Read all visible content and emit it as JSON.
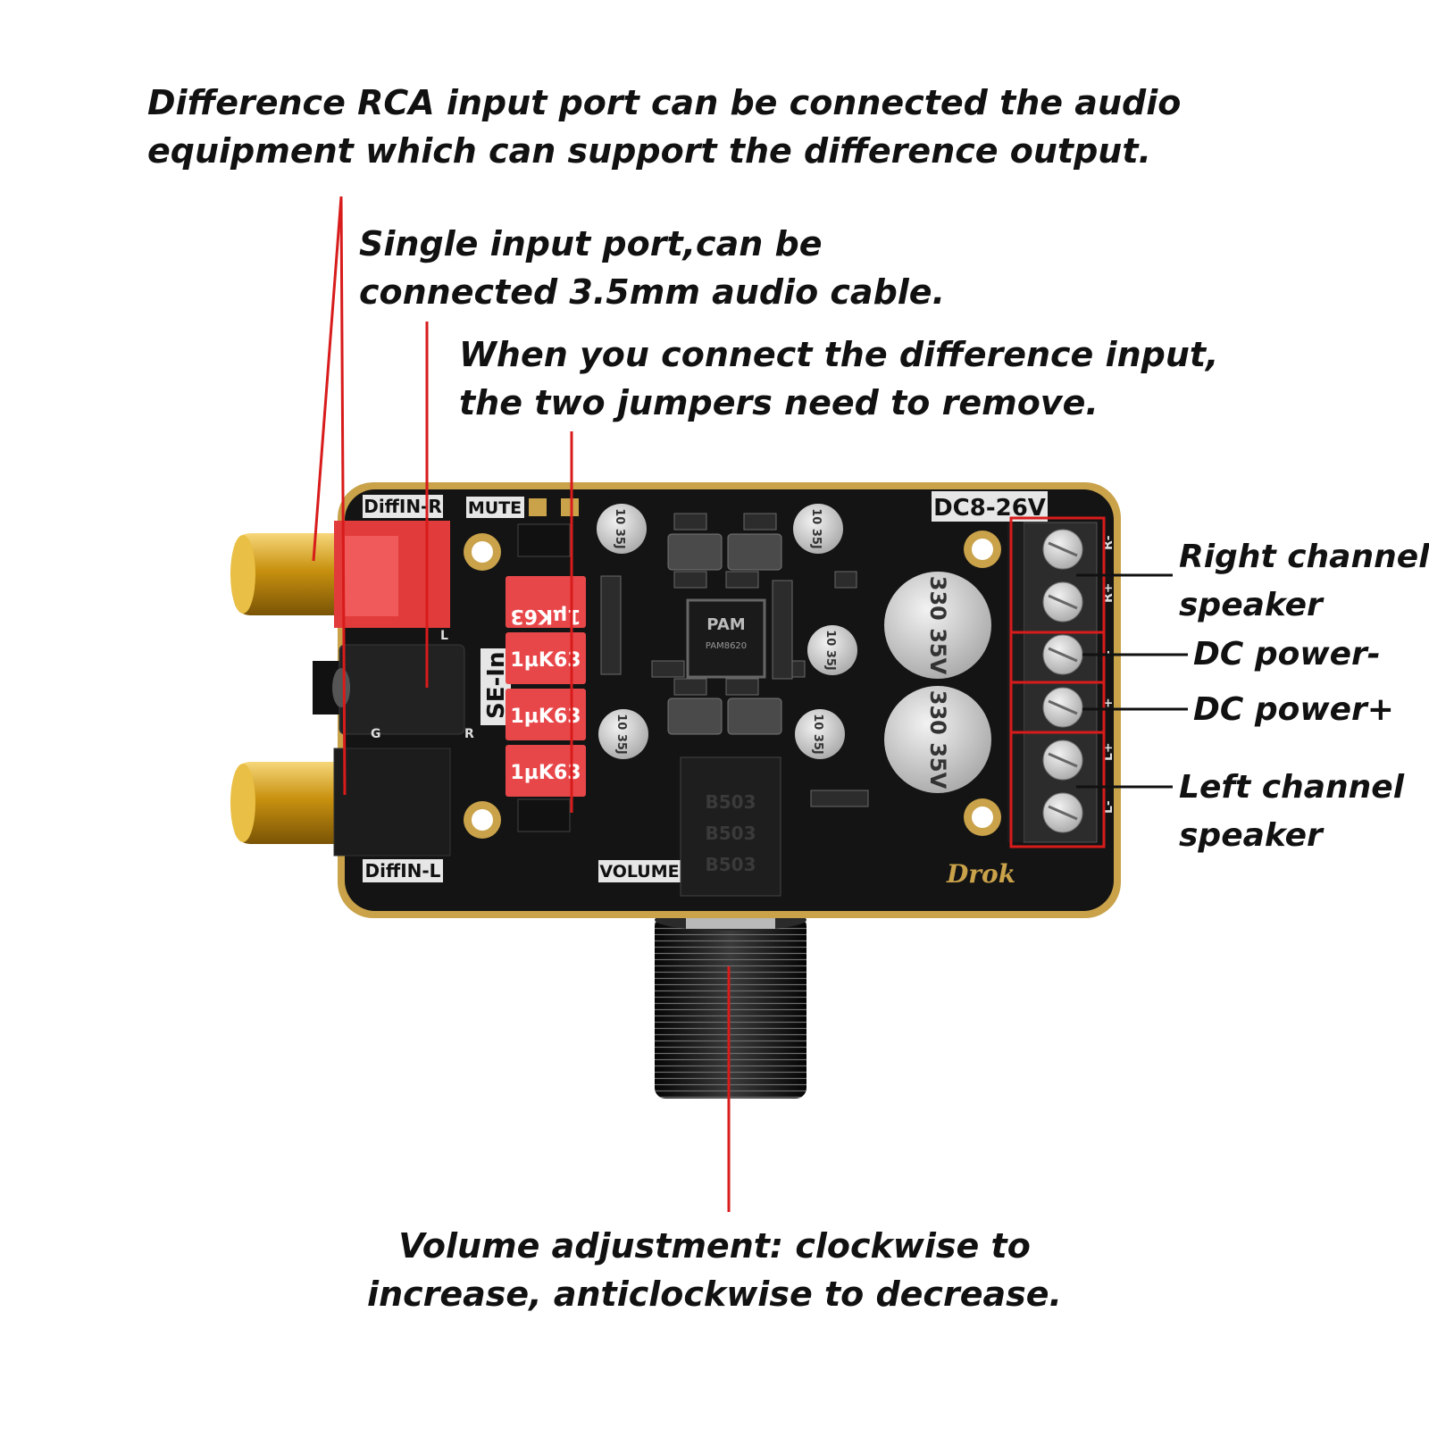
{
  "annotations": {
    "diff_rca": {
      "line1": "Difference RCA input port can be connected the audio",
      "line2": "equipment which can support the difference output."
    },
    "single_input": {
      "line1": "Single input port,can be",
      "line2": "connected 3.5mm audio cable."
    },
    "jumpers": {
      "line1": "When you connect the difference input,",
      "line2": "the two jumpers need to remove."
    },
    "right_speaker": {
      "line1": "Right channel",
      "line2": "speaker"
    },
    "dc_minus": "DC power-",
    "dc_plus": "DC power+",
    "left_speaker": {
      "line1": "Left channel",
      "line2": "speaker"
    },
    "volume": {
      "line1": "Volume adjustment: clockwise to",
      "line2": "increase, anticlockwise to decrease."
    }
  },
  "board": {
    "diffin_r": "DiffIN-R",
    "diffin_l": "DiffIN-L",
    "mute": "MUTE",
    "dc_rating": "DC8-26V",
    "se_in": "SE-In",
    "volume": "VOLUME",
    "brand": "Drok",
    "chip_brand": "PAM",
    "chip_model": "PAM8620",
    "film_cap_label": "1µK63",
    "small_cap_label": "10 35J",
    "large_cap_label": "330 35V",
    "pot_label": "B503",
    "terminal_labels": [
      "R-",
      "R+",
      "-",
      "+",
      "L+",
      "L-"
    ],
    "jack_labels": [
      "L",
      "G",
      "R"
    ]
  },
  "colors": {
    "pcb": "#141414",
    "pcb_edge": "#c9a24a",
    "pointer_red": "#d81b1b",
    "pointer_black": "#111111",
    "rca_gold": "#d4a017",
    "jumper_red": "#e23b3b",
    "film_cap": "#e8474a"
  }
}
